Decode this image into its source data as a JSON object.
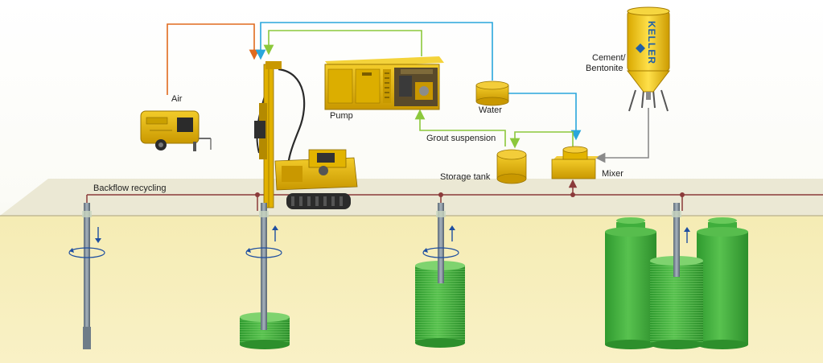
{
  "labels": {
    "air": "Air",
    "pump": "Pump",
    "water": "Water",
    "cement": "Cement/",
    "bentonite": "Bentonite",
    "grout_suspension": "Grout suspension",
    "storage_tank": "Storage tank",
    "mixer": "Mixer",
    "backflow_recycling": "Backflow recycling"
  },
  "silo_brand": "KELLER",
  "colors": {
    "air_line": "#e06a1e",
    "water_line": "#29a6dc",
    "grout_line": "#8cc83c",
    "backflow_line": "#8b3a3a",
    "cement_line": "#8a8a8a",
    "ground": "#f7eeb8",
    "column_green": "#3fae3c",
    "machine_yellow": "#e8b400"
  }
}
